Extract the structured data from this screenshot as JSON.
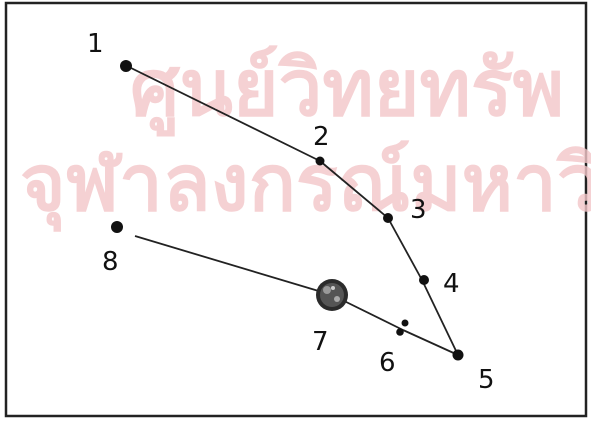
{
  "diagram": {
    "watermark": {
      "line1": "ศูนย์วิทยทรัพ",
      "line2": "จุฬาลงกรณ์มหาวิ"
    },
    "points": [
      {
        "label": "1"
      },
      {
        "label": "2"
      },
      {
        "label": "3"
      },
      {
        "label": "4"
      },
      {
        "label": "5"
      },
      {
        "label": "6"
      },
      {
        "label": "7"
      },
      {
        "label": "8"
      }
    ]
  }
}
